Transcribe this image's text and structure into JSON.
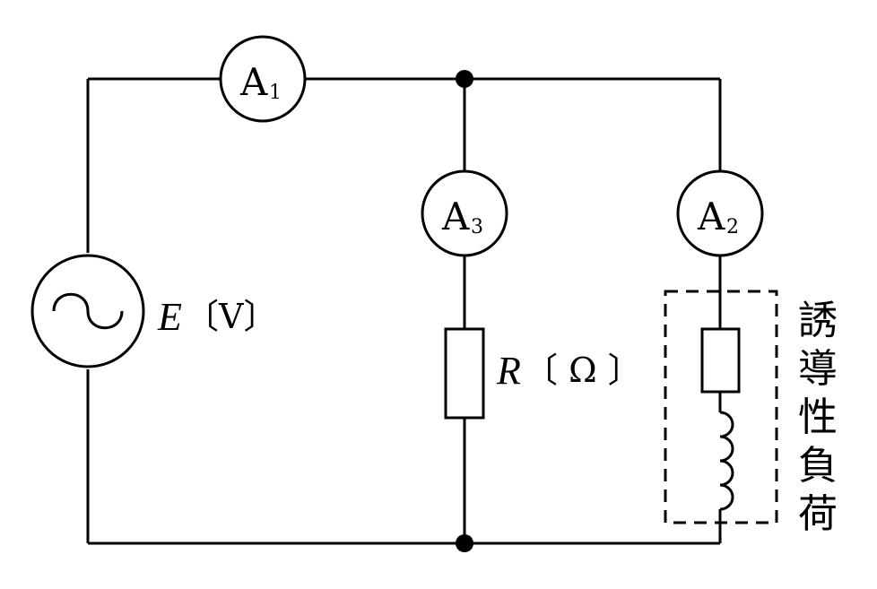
{
  "meters": {
    "a1": {
      "letter": "A",
      "sub": "1"
    },
    "a2": {
      "letter": "A",
      "sub": "2"
    },
    "a3": {
      "letter": "A",
      "sub": "3"
    }
  },
  "source": {
    "symbol": "E",
    "unit": "〔V〕"
  },
  "resistor": {
    "symbol": "R",
    "unit": "〔 Ω 〕"
  },
  "load": {
    "label": [
      "誘",
      "導",
      "性",
      "負",
      "荷"
    ]
  }
}
